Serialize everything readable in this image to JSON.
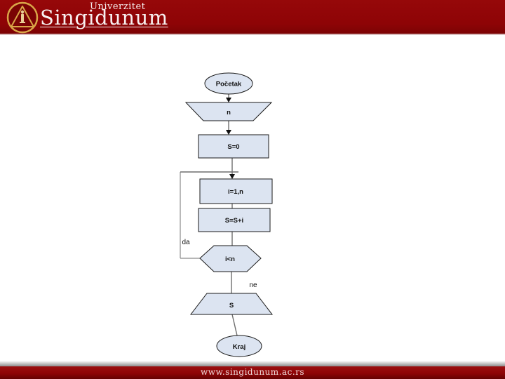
{
  "slide": {
    "header": {
      "university_label": "Univerzitet",
      "brand": "Singidunum"
    },
    "footer": {
      "website": "www.singidunum.ac.rs"
    },
    "colors": {
      "band_red": "#8E0406",
      "logo_gold": "#D9A547",
      "shape_fill": "#DCE4F1",
      "shape_stroke": "#1A1A1A",
      "connector_gray": "#6E6E6E"
    },
    "flowchart": {
      "nodes": [
        {
          "id": "start",
          "shape": "ellipse",
          "label": "Početak"
        },
        {
          "id": "input-n",
          "shape": "input-trapezoid",
          "label": "n"
        },
        {
          "id": "init-sum",
          "shape": "process-rect",
          "label": "S=0"
        },
        {
          "id": "loop-header",
          "shape": "process-rect",
          "label": "i=1,n"
        },
        {
          "id": "accumulate",
          "shape": "process-rect",
          "label": "S=S+i"
        },
        {
          "id": "loop-condition",
          "shape": "hexagon",
          "label": "i<n"
        },
        {
          "id": "output-s",
          "shape": "output-trapezoid",
          "label": "S"
        },
        {
          "id": "end",
          "shape": "ellipse",
          "label": "Kraj"
        }
      ],
      "edge_labels": {
        "loop_back": "da",
        "exit": "ne"
      }
    }
  }
}
